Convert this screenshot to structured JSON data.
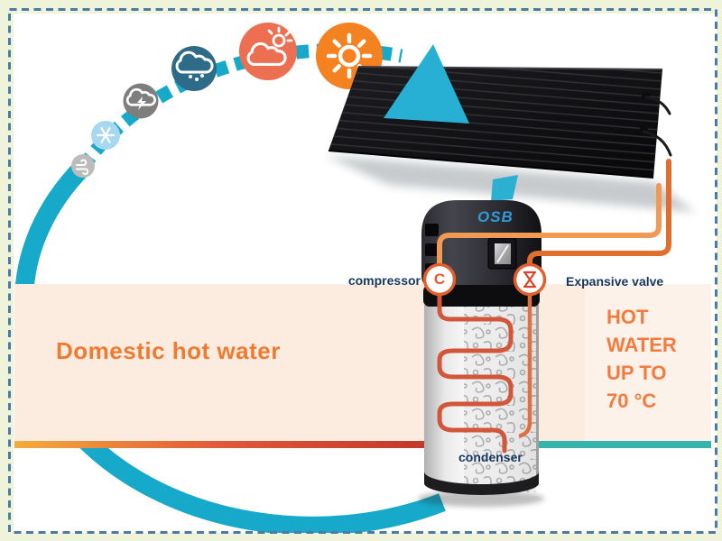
{
  "page": {
    "frame_color": "#eef3da",
    "dash_border_color": "#4b7ba4",
    "background": "#ffffff"
  },
  "cycle": {
    "arc_color": "#17a9c9",
    "weather_icons": [
      {
        "name": "wind-icon",
        "circle_color": "#bcbcbc"
      },
      {
        "name": "snowflake-icon",
        "circle_color": "#a8d8f0"
      },
      {
        "name": "storm-cloud-icon",
        "circle_color": "#7e7e7e"
      },
      {
        "name": "hail-cloud-icon",
        "circle_color": "#2e6b88"
      },
      {
        "name": "sun-cloud-icon",
        "circle_color": "#ed6f51"
      },
      {
        "name": "sun-icon",
        "circle_color": "#f58220"
      }
    ]
  },
  "heat_pump": {
    "brand": "OSB",
    "compressor_label": "compressor",
    "compressor_symbol": "C",
    "expansion_valve_label": "Expansive valve",
    "condenser_label": "condenser",
    "pipe_hot_color": "#e06e2d",
    "pipe_warm_color": "#f09a53",
    "coil_color": "#d2573a"
  },
  "zones": {
    "domestic_label": "Domestic hot water",
    "domestic_color": "#ee7b31",
    "band_color": "#fcebdf",
    "cold_line_color": "#36b3ad"
  },
  "callout": {
    "color": "#f47b3e",
    "lines": [
      "HOT",
      "WATER",
      "UP TO",
      "70 °C"
    ]
  }
}
